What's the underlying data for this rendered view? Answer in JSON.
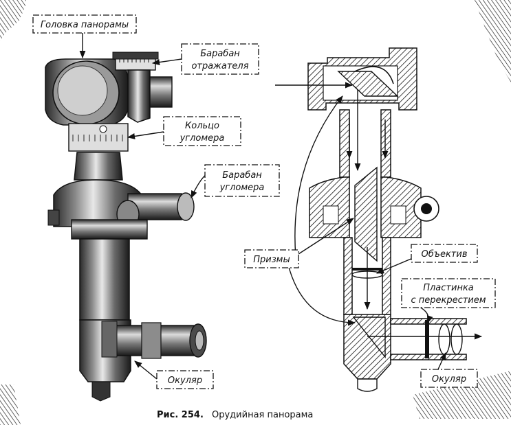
{
  "figure": {
    "caption_number": "Рис. 254.",
    "caption_text": "Орудийная панорама"
  },
  "left_view_labels": {
    "head": "Головка панорамы",
    "reflector_drum_line1": "Барабан",
    "reflector_drum_line2": "отражателя",
    "ring_line1": "Кольцо",
    "ring_line2": "угломера",
    "goniometer_drum_line1": "Барабан",
    "goniometer_drum_line2": "угломера",
    "eyepiece": "Окуляр"
  },
  "right_view_labels": {
    "prisms": "Призмы",
    "objective": "Объектив",
    "reticle_line1": "Пластинка",
    "reticle_line2": "с перекрестием",
    "eyepiece": "Окуляр"
  },
  "colors": {
    "ink": "#111111",
    "paper": "#ffffff"
  }
}
